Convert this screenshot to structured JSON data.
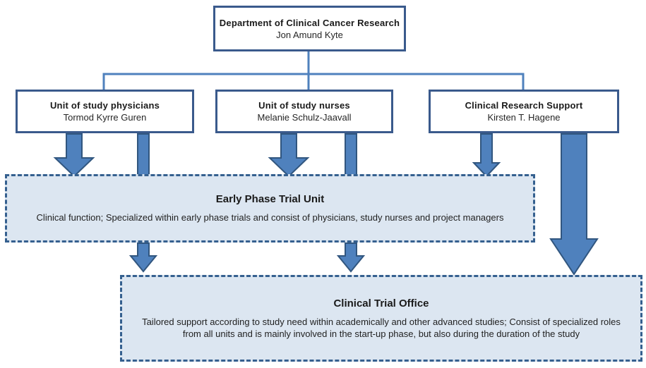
{
  "diagram": {
    "root": {
      "title": "Department of Clinical Cancer Research",
      "name": "Jon Amund Kyte"
    },
    "units": [
      {
        "title": "Unit of study physicians",
        "name": "Tormod Kyrre Guren"
      },
      {
        "title": "Unit of study nurses",
        "name": "Melanie Schulz-Jaavall"
      },
      {
        "title": "Clinical Research Support",
        "name": "Kirsten T. Hagene"
      }
    ],
    "early_phase_trial_unit": {
      "title": "Early Phase Trial Unit",
      "description": "Clinical function; Specialized within early phase trials and consist of physicians, study nurses and project managers"
    },
    "clinical_trial_office": {
      "title": "Clinical Trial Office",
      "description": "Tailored support according to study need within academically and other advanced studies; Consist of specialized roles from all units and is mainly involved in the start-up phase, but also during the duration of the study"
    }
  },
  "colors": {
    "box_border": "#3a5a8c",
    "connector_line": "#4f81bd",
    "arrow_fill": "#4f81bd",
    "arrow_stroke": "#31567f",
    "dashed_box_fill": "#dce6f1",
    "dashed_box_border": "#35608f",
    "text": "#1a1a1a"
  }
}
